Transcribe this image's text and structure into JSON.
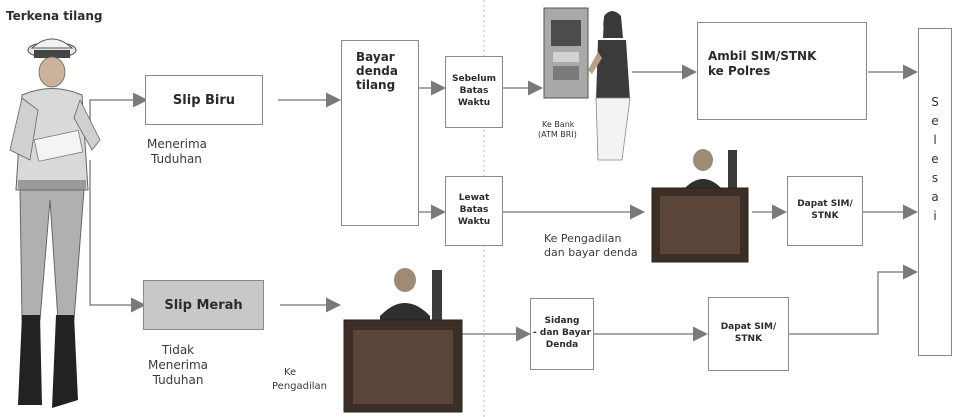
{
  "title": "Terkena tilang",
  "slip_biru": {
    "label": "Slip Biru",
    "caption_line1": "Menerima",
    "caption_line2": "Tuduhan"
  },
  "slip_merah": {
    "label": "Slip Merah",
    "caption_line1": "Tidak",
    "caption_line2": "Menerima",
    "caption_line3": "Tuduhan"
  },
  "bayar": {
    "line1": "Bayar",
    "line2": "denda",
    "line3": "tilang"
  },
  "sebelum": {
    "line1": "Sebelum",
    "line2": "Batas",
    "line3": "Waktu"
  },
  "lewat": {
    "line1": "Lewat",
    "line2": "Batas",
    "line3": "Waktu"
  },
  "bank": {
    "line1": "Ke Bank",
    "line2": "(ATM BRI)"
  },
  "ambil": {
    "line1": "Ambil SIM/STNK",
    "line2": "ke Polres"
  },
  "pengadilan_bayar": {
    "line1": "Ke Pengadilan",
    "line2": "dan bayar denda"
  },
  "dapat_upper": {
    "line1": "Dapat SIM/",
    "line2": "STNK"
  },
  "dapat_lower": {
    "line1": "Dapat SIM/",
    "line2": "STNK"
  },
  "sidang": {
    "line1": "Sidang",
    "line2": "- dan Bayar",
    "line3": "Denda"
  },
  "ke_pengadilan": {
    "line1": "Ke",
    "line2": "Pengadilan"
  },
  "selesai": [
    "S",
    "e",
    "l",
    "e",
    "s",
    "a",
    "i"
  ],
  "colors": {
    "line": "#8c8c8c",
    "arrow": "#7a7a7a",
    "slip_merah_fill": "#c8c8c8",
    "dotted": "#bdbdbd"
  }
}
